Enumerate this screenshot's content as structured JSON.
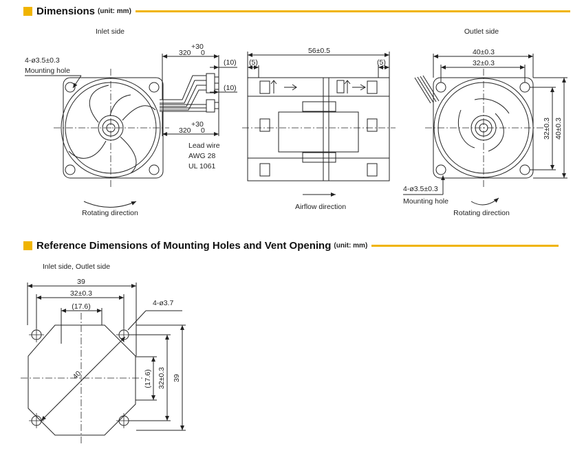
{
  "section1": {
    "title": "Dimensions",
    "unit": "(unit: mm)"
  },
  "section2": {
    "title": "Reference Dimensions of Mounting Holes and Vent Opening",
    "unit": "(unit: mm)"
  },
  "inlet": {
    "label": "Inlet side",
    "hole_spec": "4-ø3.5±0.3",
    "hole_label": "Mounting hole",
    "rotation_label": "Rotating direction"
  },
  "leads": {
    "tol_plus": "+30",
    "tol_zero": "0",
    "length": "320",
    "pitch_a": "(10)",
    "pitch_b": "(10)",
    "wire_1": "Lead wire",
    "wire_2": "AWG 28",
    "wire_3": "UL 1061"
  },
  "side": {
    "width": "56±0.5",
    "margin_left": "(5)",
    "margin_right": "(5)",
    "airflow_label": "Airflow direction"
  },
  "outlet": {
    "label": "Outlet side",
    "width": "40±0.3",
    "pitch": "32±0.3",
    "pitch_v": "32±0.3",
    "height_v": "40±0.3",
    "hole_spec": "4-ø3.5±0.3",
    "hole_label": "Mounting hole",
    "rotation_label": "Rotating direction"
  },
  "ref": {
    "label": "Inlet side, Outlet side",
    "width": "39",
    "pitch": "32±0.3",
    "inner": "(17.6)",
    "hole_spec": "4-ø3.7",
    "diagonal": "40",
    "inner_v": "(17.6)",
    "pitch_v": "32±0.3",
    "height_v": "39"
  }
}
